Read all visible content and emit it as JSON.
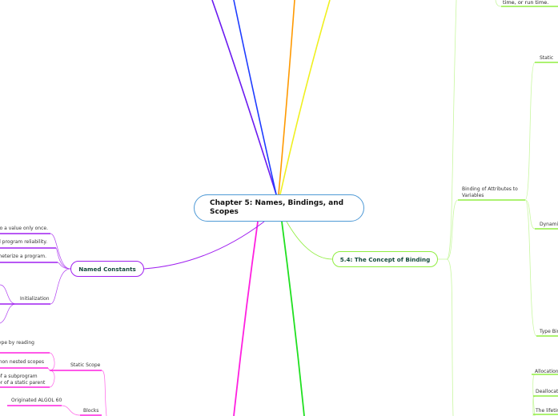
{
  "central": {
    "title": "Chapter 5: Names, Bindings, and Scopes"
  },
  "named_constants": {
    "title": "Named Constants",
    "children": [
      "to a value only once.",
      "d program reliability.",
      "ameterize a program.",
      "Initialization"
    ]
  },
  "scope": {
    "static_scope_children": [
      "type by reading",
      ". non nested scopes",
      "of a subprogram\nor of a static parent"
    ],
    "static_scope": "Static Scope",
    "blocks_child": "Originated ALGOL 60",
    "blocks": "Blocks"
  },
  "binding": {
    "title": "5.4: The Concept of Binding",
    "top_child": "time, or run time.",
    "attributes": "Binding of Attributes to Variables",
    "attribute_children": [
      "Static",
      "Dynamic",
      "Type Bin"
    ],
    "storage_children": [
      "Allocation",
      "Deallocatio",
      "The lifetim"
    ]
  },
  "colors": {
    "purple": "#a020f0",
    "blue": "#1e3cff",
    "orange": "#ff9900",
    "yellow": "#f0f020",
    "magenta": "#ff20e0",
    "green": "#20e020",
    "light_green": "#90ee40",
    "central_border": "#4f9ad6"
  }
}
